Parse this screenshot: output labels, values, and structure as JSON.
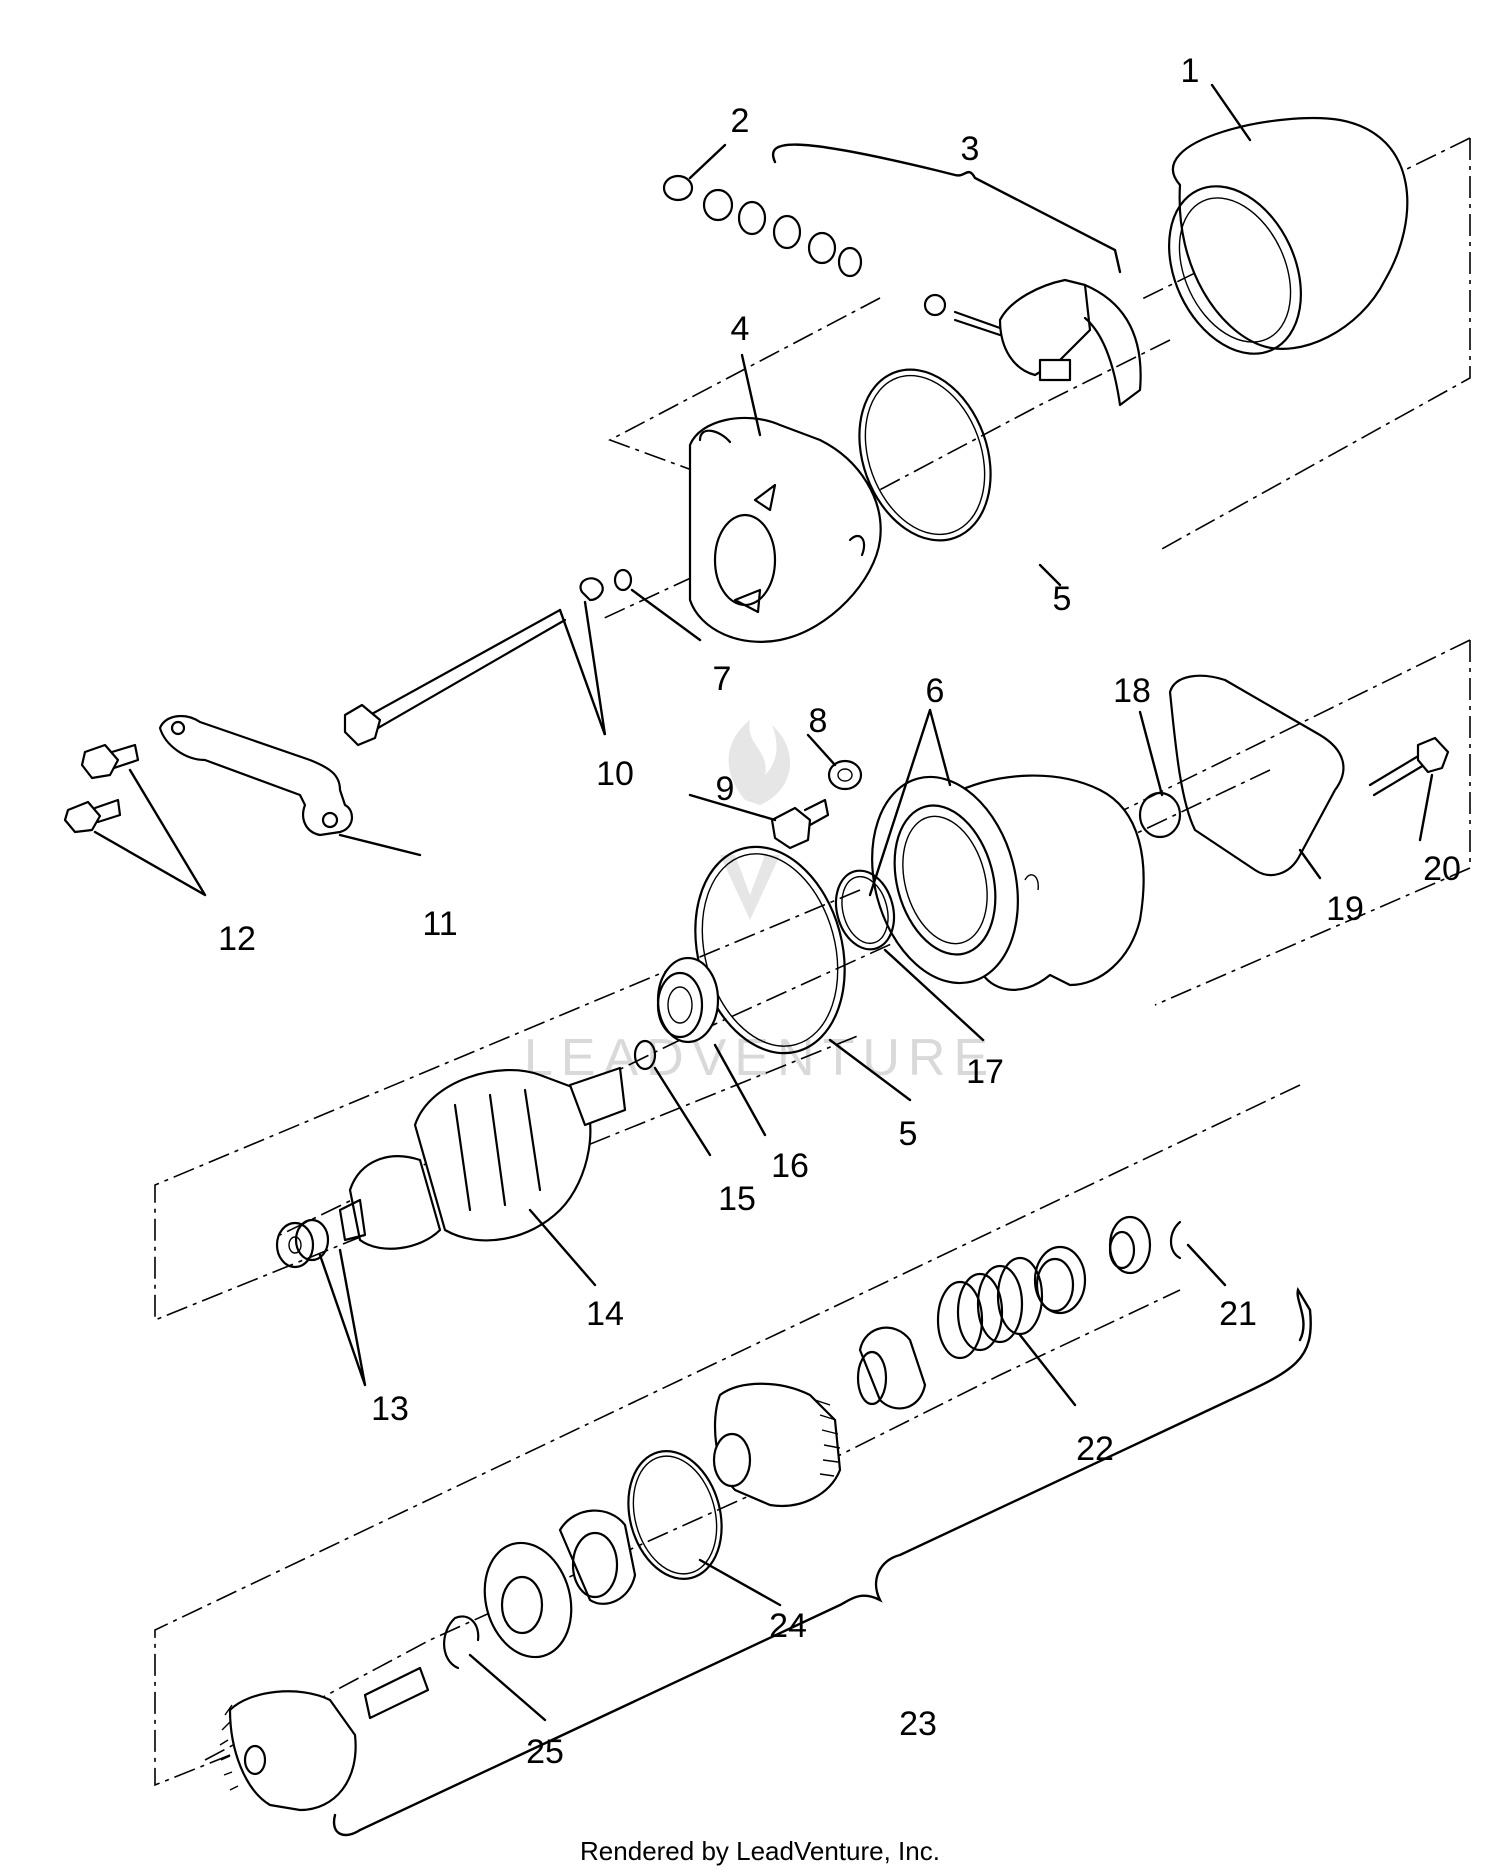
{
  "callouts": {
    "c1": "1",
    "c2": "2",
    "c3": "3",
    "c4": "4",
    "c5a": "5",
    "c5b": "5",
    "c6": "6",
    "c7": "7",
    "c8": "8",
    "c9": "9",
    "c10": "10",
    "c11": "11",
    "c12": "12",
    "c13": "13",
    "c14": "14",
    "c15": "15",
    "c16": "16",
    "c17": "17",
    "c18": "18",
    "c19": "19",
    "c20": "20",
    "c21": "21",
    "c22": "22",
    "c23": "23",
    "c24": "24",
    "c25": "25"
  },
  "watermark": "LEADVENTURE",
  "credit": "Rendered by LeadVenture, Inc.",
  "colors": {
    "ink": "#000000",
    "background": "#ffffff",
    "watermark": "#d9d9d9"
  }
}
